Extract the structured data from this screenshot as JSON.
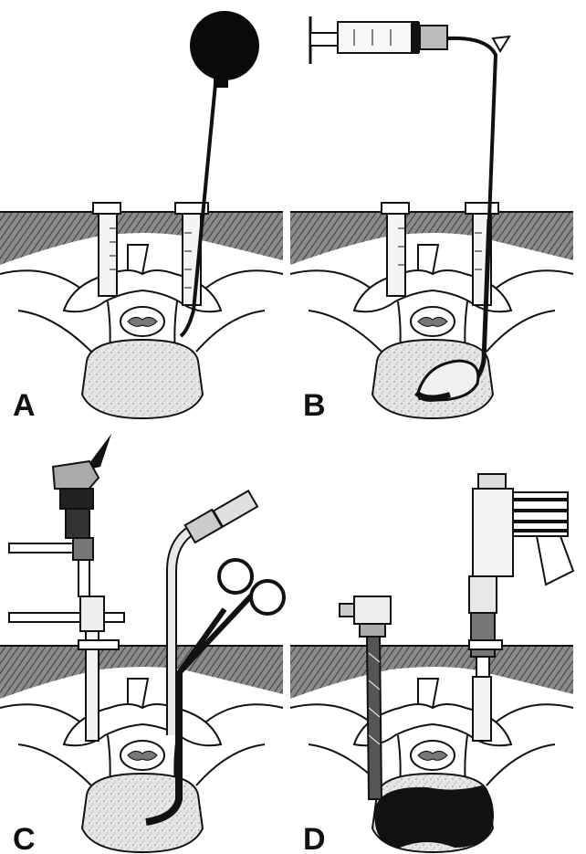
{
  "figure": {
    "panels": [
      {
        "id": "A",
        "label": "A"
      },
      {
        "id": "B",
        "label": "B"
      },
      {
        "id": "C",
        "label": "C"
      },
      {
        "id": "D",
        "label": "D"
      }
    ]
  },
  "colors": {
    "ink": "#111111",
    "skin": "#8f8f8f",
    "muscle": "#5c5c5c",
    "bone_fill": "#ffffff",
    "body_speckle": "#d9d9d9",
    "instrument": "#f2f2f2",
    "balloon": "#0a0a0a"
  },
  "icons": {
    "panel_A": [
      "balloon-inflator-icon",
      "cannula-icon"
    ],
    "panel_B": [
      "syringe-icon",
      "catheter-icon"
    ],
    "panel_C": [
      "endoscope-camera-icon",
      "grasping-forceps-icon",
      "irrigation-tube-icon"
    ],
    "panel_D": [
      "drill-icon",
      "cement-injector-icon"
    ]
  }
}
